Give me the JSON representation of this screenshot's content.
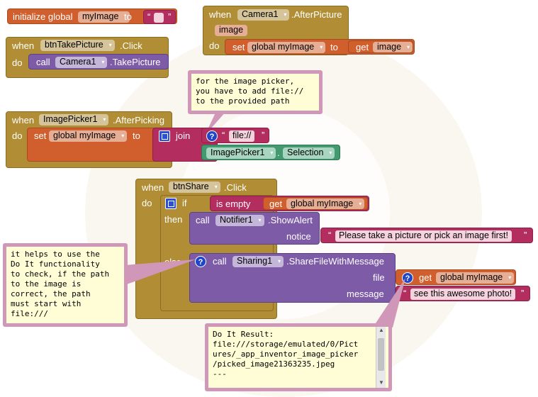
{
  "global_init": {
    "prefix": "initialize global",
    "name": "myImage",
    "to": "to",
    "value": ""
  },
  "camera_after": {
    "when": "when",
    "component": "Camera1",
    "event": ".AfterPicture",
    "param": "image",
    "do": "do",
    "set": "set",
    "var": "global myImage",
    "to": "to",
    "get": "get",
    "get_var": "image"
  },
  "take_pic": {
    "when": "when",
    "component": "btnTakePicture",
    "event": ".Click",
    "do": "do",
    "call": "call",
    "target": "Camera1",
    "method": ".TakePicture"
  },
  "comment_picker": {
    "lines": [
      "for the image picker,",
      "you have to add file://",
      "to the provided path"
    ]
  },
  "picker_after": {
    "when": "when",
    "component": "ImagePicker1",
    "event": ".AfterPicking",
    "do": "do",
    "set": "set",
    "var": "global myImage",
    "to": "to",
    "join": "join",
    "string": "file://",
    "prop_component": "ImagePicker1",
    "dot": ".",
    "prop": "Selection"
  },
  "share_click": {
    "when": "when",
    "component": "btnShare",
    "event": ".Click",
    "do": "do",
    "if": "if",
    "is_empty": "is empty",
    "get": "get",
    "get_var": "global myImage",
    "then": "then",
    "call": "call",
    "notifier": "Notifier1",
    "show_alert": ".ShowAlert",
    "notice": "notice",
    "notice_text": "Please take a picture or pick an image first!",
    "else": "else",
    "sharing": "Sharing1",
    "share_method": ".ShareFileWithMessage",
    "file": "file",
    "file_get": "get",
    "file_var": "global myImage",
    "message": "message",
    "message_text": "see this awesome photo!"
  },
  "comment_doit": {
    "lines": [
      "it helps to use the",
      "Do It functionality",
      "to check, if the path",
      "to the image is",
      "correct, the path",
      "must start with",
      "file:///"
    ]
  },
  "doit_result": {
    "lines": [
      "Do It Result:",
      "file:///storage/emulated/0/Pict",
      "ures/_app_inventor_image_picker",
      "/picked_image21363235.jpeg",
      "---"
    ]
  }
}
